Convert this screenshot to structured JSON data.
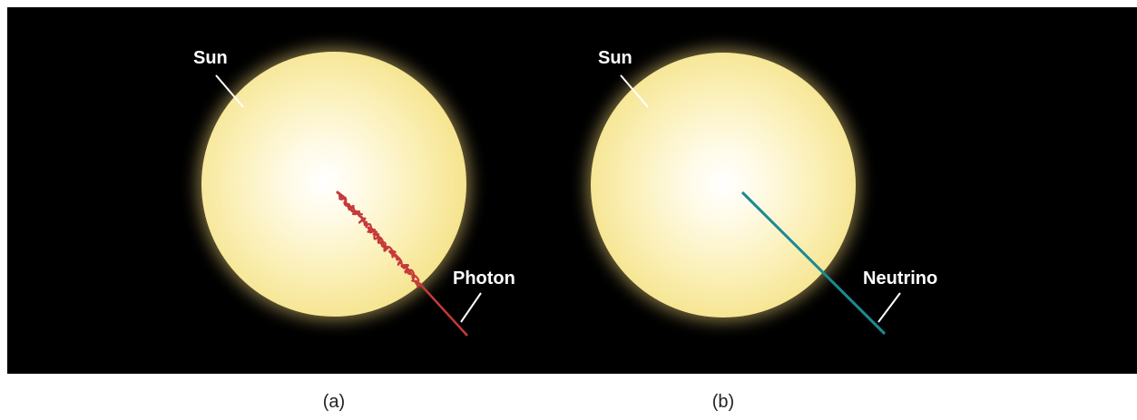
{
  "panels": [
    {
      "sun_label": "Sun",
      "particle_label": "Photon",
      "caption": "(a)",
      "path_color": "#c0392b"
    },
    {
      "sun_label": "Sun",
      "particle_label": "Neutrino",
      "caption": "(b)",
      "path_color": "#1a8a94"
    }
  ],
  "colors": {
    "background": "#000000",
    "sun_core": "#ffffff",
    "sun_edge": "#f5e79a"
  }
}
